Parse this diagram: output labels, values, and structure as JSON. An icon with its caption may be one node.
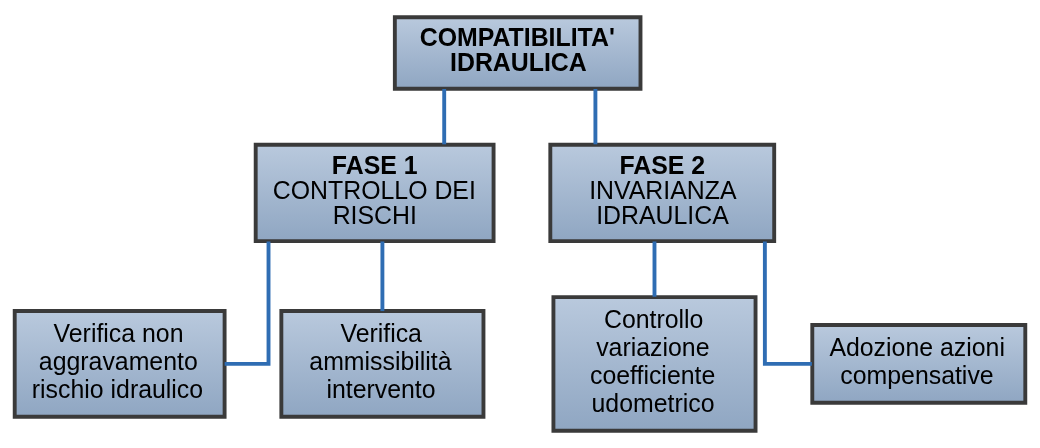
{
  "diagram": {
    "nodes": [
      {
        "text": [
          "COMPATIBILITA' IDRAULICA"
        ]
      },
      {
        "text": [
          "FASE 1",
          "CONTROLLO DEI RISCHI"
        ]
      },
      {
        "text": [
          "FASE 2",
          "INVARIANZA IDRAULICA"
        ]
      },
      {
        "text": [
          "Verifica non aggravamento rischio idraulico"
        ]
      },
      {
        "text": [
          "Verifica ammissibilità intervento"
        ]
      },
      {
        "text": [
          "Controllo variazione coefficiente udometrico"
        ]
      },
      {
        "text": [
          "Adozione azioni compensative"
        ]
      }
    ],
    "edges": [
      {
        "from": 0,
        "to": 1,
        "arrow": "none"
      },
      {
        "from": 0,
        "to": 2,
        "arrow": "none"
      },
      {
        "from": 1,
        "to": 3,
        "arrow": "none"
      },
      {
        "from": 1,
        "to": 4,
        "arrow": "none"
      },
      {
        "from": 2,
        "to": 5,
        "arrow": "none"
      },
      {
        "from": 2,
        "to": 6,
        "arrow": "none"
      }
    ]
  }
}
